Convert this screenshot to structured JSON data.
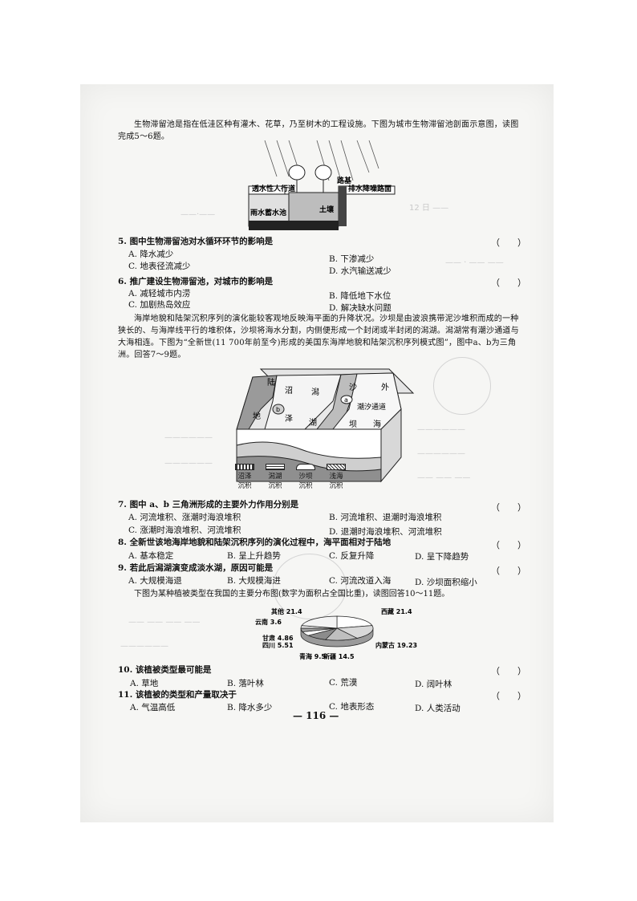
{
  "intro1": "生物滞留池是指在低洼区种有灌木、花草，乃至树木的工程设施。下图为城市生物滞留池剖面示意图，读图完成5～6题。",
  "fig1": {
    "label_walk": "透水性人行道",
    "label_curb": "路基",
    "label_road": "排水降噪路面",
    "label_pool": "雨水蓄水池",
    "label_soil": "土壤"
  },
  "q5": {
    "stem": "5. 图中生物滞留池对水循环环节的影响是",
    "paren": "（　　）",
    "A": "A. 降水减少",
    "B": "B. 下渗减少",
    "C": "C. 地表径流减少",
    "D": "D. 水汽输送减少"
  },
  "q6": {
    "stem": "6. 推广建设生物滞留池，对城市的影响是",
    "paren": "（　　）",
    "A": "A. 减轻城市内涝",
    "B": "B. 降低地下水位",
    "C": "C. 加剧热岛效应",
    "D": "D. 解决缺水问题"
  },
  "intro2": "海岸地貌和陆架沉积序列的演化能较客观地反映海平面的升降状况。沙坝是由波浪携带泥沙堆积而成的一种狭长的、与海岸线平行的堆积体，沙坝将海水分割，内侧便形成一个封闭或半封闭的潟湖。潟湖常有潮沙通道与大海相连。下图为“全新世(11 700年前至今)形成的美国东海岸地貌和陆架沉积序列模式图”，图中a、b为三角洲。回答7～9题。",
  "fig2": {
    "lu": "陆",
    "di": "地",
    "zhao": "沼",
    "ze": "泽",
    "xie": "潟",
    "hu": "湖",
    "sha": "沙",
    "ba": "坝",
    "wai": "外",
    "hai": "海",
    "channel": "潮汐通道",
    "a": "a",
    "b": "b",
    "legend": [
      {
        "l1": "沼泽",
        "l2": "沉积"
      },
      {
        "l1": "潟湖",
        "l2": "沉积"
      },
      {
        "l1": "沙坝",
        "l2": "沉积"
      },
      {
        "l1": "浅海",
        "l2": "沉积"
      }
    ]
  },
  "q7": {
    "stem": "7. 图中 a、b 三角洲形成的主要外力作用分别是",
    "paren": "（　　）",
    "A": "A. 河流堆积、涨潮时海浪堆积",
    "B": "B. 河流堆积、退潮时海浪堆积",
    "C": "C. 涨潮时海浪堆积、河流堆积",
    "D": "D. 退潮时海浪堆积、河流堆积"
  },
  "q8": {
    "stem": "8. 全新世该地海岸地貌和陆架沉积序列的演化过程中，海平面相对于陆地",
    "paren": "（　　）",
    "A": "A. 基本稳定",
    "B": "B. 呈上升趋势",
    "C": "C. 反复升降",
    "D": "D. 呈下降趋势"
  },
  "q9": {
    "stem": "9. 若此后潟湖演变成淡水湖，原因可能是",
    "paren": "（　　）",
    "A": "A. 大规模海退",
    "B": "B. 大规模海进",
    "C": "C. 河流改道入海",
    "D": "D. 沙坝面积缩小"
  },
  "intro3": "下图为某种植被类型在我国的主要分布图(数字为面积占全国比重)，读图回答10～11题。",
  "chart_data": {
    "type": "pie",
    "categories": [
      "西藏",
      "内蒙古",
      "新疆",
      "青海",
      "四川",
      "甘肃",
      "云南",
      "其他"
    ],
    "values": [
      21.4,
      19.23,
      14.5,
      9.5,
      5.51,
      4.86,
      3.6,
      21.4
    ],
    "labels": [
      "西藏 21.4",
      "内蒙古 19.23",
      "新疆 14.5",
      "青海 9.5",
      "四川 5.51",
      "甘肃 4.86",
      "云南 3.6",
      "其他 21.4"
    ],
    "title": "",
    "colors": [
      "#ffffff",
      "#d8d8d8",
      "#bfbfbf",
      "#8c8c8c",
      "#ffffff",
      "#a0a0a0",
      "#ececec",
      "#f4f4f4"
    ]
  },
  "q10": {
    "stem": "10. 该植被类型最可能是",
    "paren": "（　　）",
    "A": "A. 草地",
    "B": "B. 落叶林",
    "C": "C. 荒漠",
    "D": "D. 阔叶林"
  },
  "q11": {
    "stem": "11. 该植被的类型和产量取决于",
    "paren": "（　　）",
    "A": "A. 气温高低",
    "B": "B. 降水多少",
    "C": "C. 地表形态",
    "D": "D. 人类活动"
  },
  "page_number": "— 116 —"
}
